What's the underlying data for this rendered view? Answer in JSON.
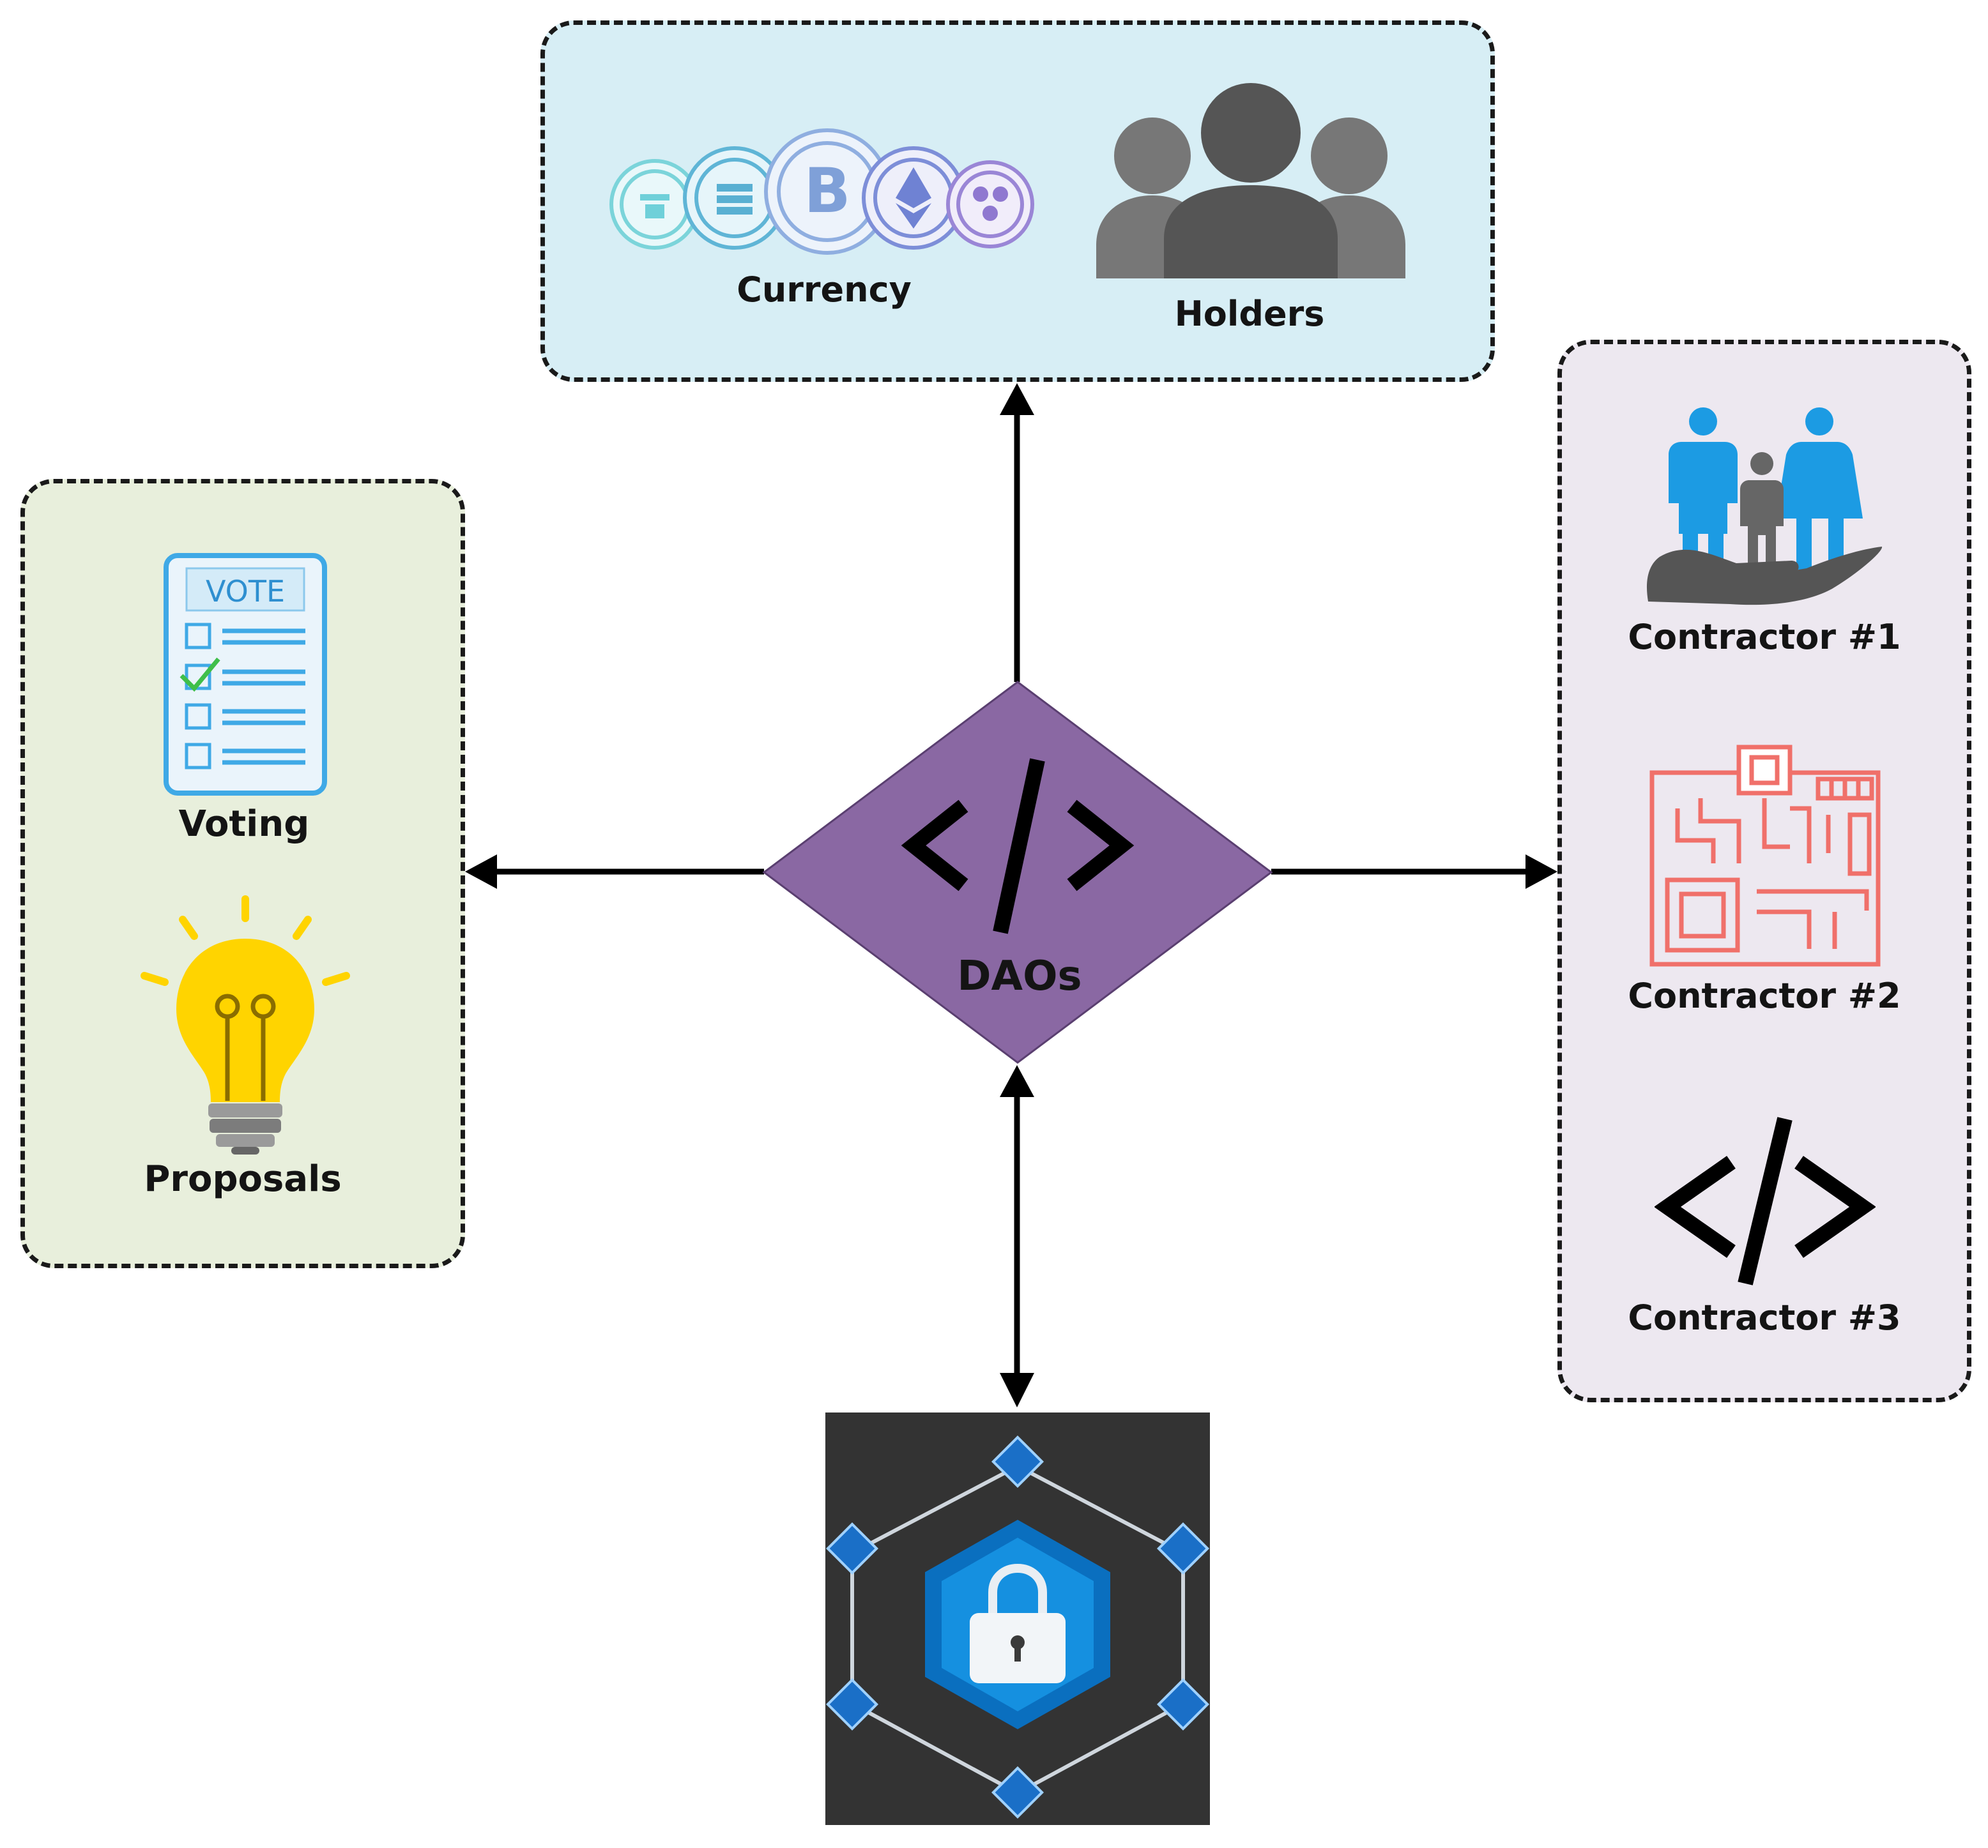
{
  "hub": {
    "label": "DAOs",
    "color": "#8a68a3"
  },
  "top_panel": {
    "fill": "#d7eef5",
    "items": [
      {
        "label": "Currency",
        "icon": "crypto-coins-icon"
      },
      {
        "label": "Holders",
        "icon": "people-group-icon"
      }
    ]
  },
  "left_panel": {
    "fill": "#e8efdc",
    "items": [
      {
        "label": "Voting",
        "icon": "ballot-checklist-icon"
      },
      {
        "label": "Proposals",
        "icon": "lightbulb-icon"
      }
    ]
  },
  "right_panel": {
    "fill": "#ede8f0",
    "items": [
      {
        "label": "Contractor #1",
        "icon": "family-in-hand-icon"
      },
      {
        "label": "Contractor #2",
        "icon": "circuit-board-icon"
      },
      {
        "label": "Contractor #3",
        "icon": "code-brackets-icon"
      }
    ]
  },
  "bottom": {
    "icon": "blockchain-lock-icon"
  },
  "colors": {
    "vote_blue": "#3fa9e6",
    "bulb_yellow": "#ffd400",
    "person_blue": "#1c9be3",
    "circuit_red": "#f0706a",
    "coin_teal": "#6fd0d9",
    "coin_violet": "#8d84d8"
  }
}
